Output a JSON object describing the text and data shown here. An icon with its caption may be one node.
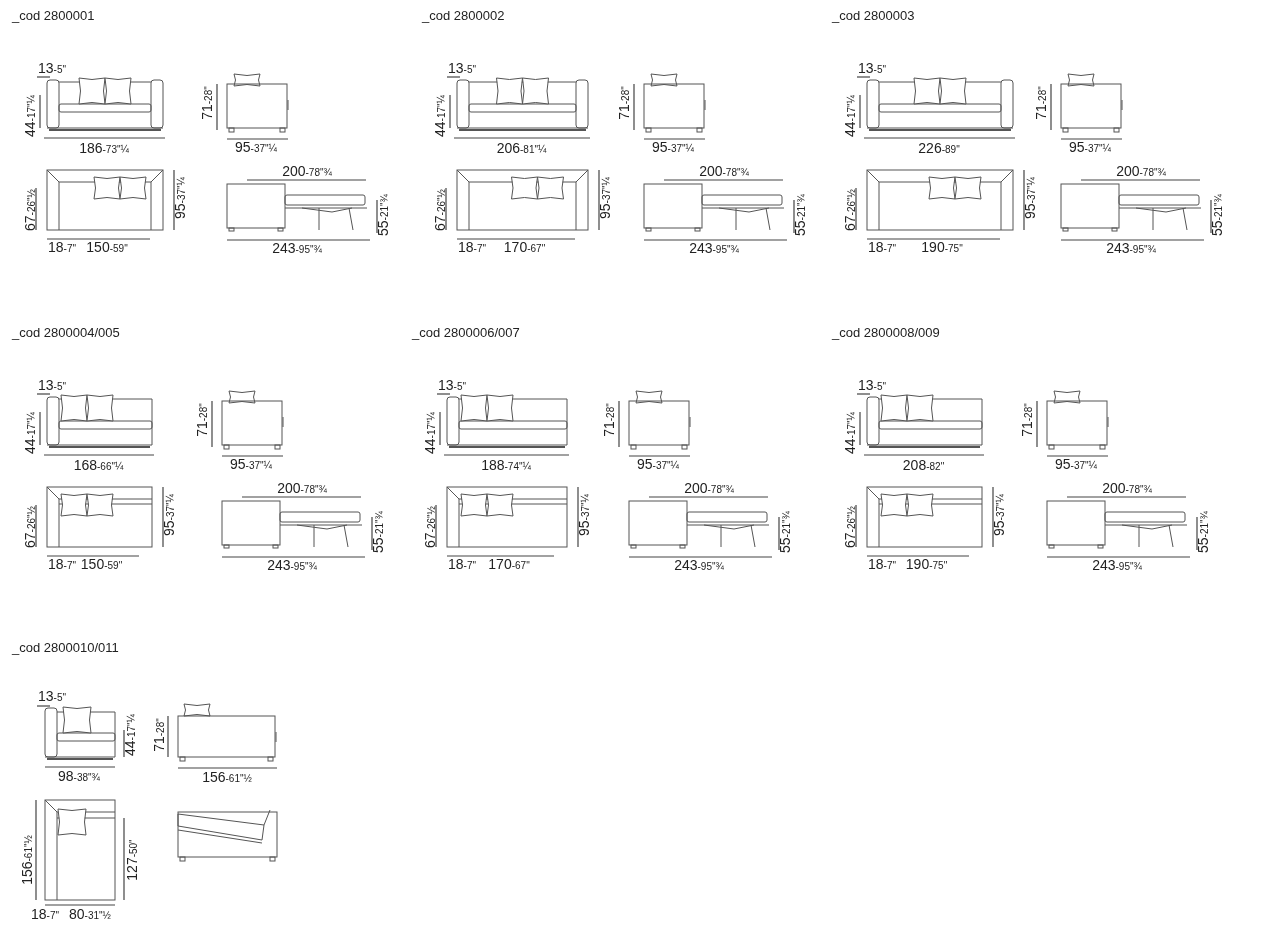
{
  "diagram": {
    "labels": [
      "_cod 2800001",
      "13-5\"",
      "44-17\"¼",
      "71-28\"",
      "186-73\"¼",
      "95-37\"¼",
      "200-78\"¾",
      "67-26\"½",
      "95-37\"¼",
      "55-21\"¾",
      "18-7\"",
      "150-59\"",
      "243-95\"¾",
      "_cod 2800002",
      "13-5\"",
      "44-17\"¼",
      "71-28\"",
      "206-81\"¼",
      "95-37\"¼",
      "200-78\"¾",
      "67-26\"½",
      "95-37\"¼",
      "55-21\"¾",
      "18-7\"",
      "170-67\"",
      "243-95\"¾",
      "_cod 2800003",
      "13-5\"",
      "44-17\"¼",
      "71-28\"",
      "226-89\"",
      "95-37\"¼",
      "200-78\"¾",
      "67-26\"½",
      "95-37\"¼",
      "55-21\"¾",
      "18-7\"",
      "190-75\"",
      "243-95\"¾",
      "_cod 2800004/005",
      "13-5\"",
      "44-17\"¼",
      "71-28\"",
      "168-66\"¼",
      "95-37\"¼",
      "200-78\"¾",
      "67-26\"½",
      "95-37\"¼",
      "55-21\"¾",
      "18-7\"",
      "150-59\"",
      "243-95\"¾",
      "_cod 2800006/007",
      "13-5\"",
      "44-17\"¼",
      "71-28\"",
      "188-74\"¼",
      "95-37\"¼",
      "200-78\"¾",
      "67-26\"½",
      "95-37\"¼",
      "55-21\"¾",
      "18-7\"",
      "170-67\"",
      "243-95\"¾",
      "_cod 2800008/009",
      "13-5\"",
      "44-17\"¼",
      "71-28\"",
      "208-82\"",
      "95-37\"¼",
      "200-78\"¾",
      "67-26\"½",
      "95-37\"¼",
      "55-21\"¾",
      "18-7\"",
      "190-75\"",
      "243-95\"¾",
      "_cod 2800010/011",
      "13-5\"",
      "44-17\"¼",
      "71-28\"",
      "98-38\"¾",
      "156-61\"½",
      "156-61\"½",
      "127-50\"",
      "18-7\"",
      "80-31\"½"
    ]
  }
}
